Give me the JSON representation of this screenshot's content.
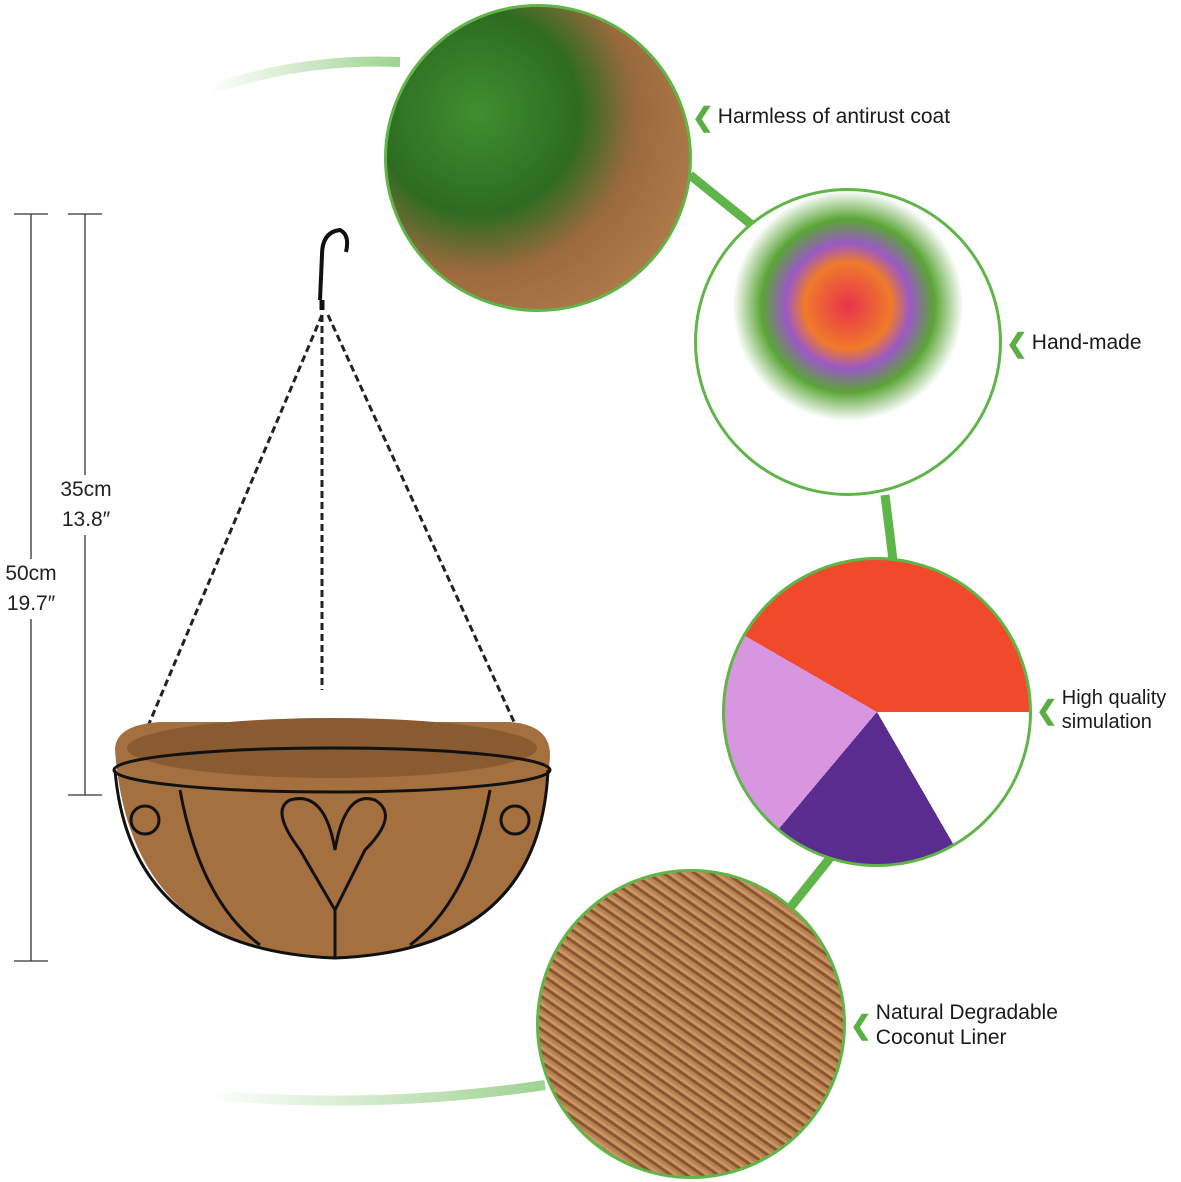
{
  "dimensions": {
    "total": {
      "cm": "50cm",
      "inch": "19.7″"
    },
    "chain": {
      "cm": "35cm",
      "inch": "13.8″"
    }
  },
  "features": [
    {
      "label_lines": [
        "Harmless of antirust coat"
      ],
      "icon": "chevron-left-icon"
    },
    {
      "label_lines": [
        "Hand-made"
      ],
      "icon": "chevron-left-icon"
    },
    {
      "label_lines": [
        "High quality",
        "simulation"
      ],
      "icon": "chevron-left-icon"
    },
    {
      "label_lines": [
        "Natural Degradable",
        "Coconut Liner"
      ],
      "icon": "chevron-left-icon"
    }
  ],
  "colors": {
    "accent": "#5fb548",
    "coir": "#a5703f",
    "wire": "#1a1a1a"
  }
}
